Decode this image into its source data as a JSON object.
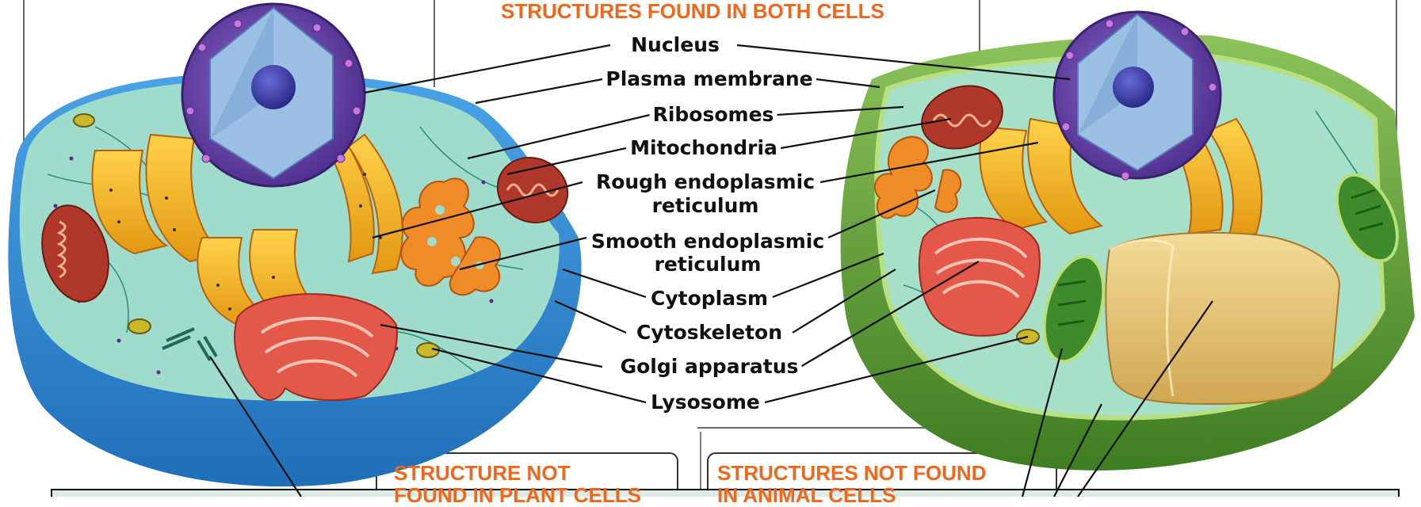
{
  "headings": {
    "both": "STRUCTURES FOUND IN BOTH CELLS",
    "not_plant_line1": "STRUCTURE NOT",
    "not_plant_line2": "FOUND IN PLANT CELLS",
    "not_animal_line1": "STRUCTURES NOT FOUND",
    "not_animal_line2": "IN ANIMAL CELLS"
  },
  "labels": {
    "nucleus": "Nucleus",
    "plasma_membrane": "Plasma membrane",
    "ribosomes": "Ribosomes",
    "mitochondria": "Mitochondria",
    "rough_er_line1": "Rough endoplasmic",
    "rough_er_line2": "reticulum",
    "smooth_er_line1": "Smooth endoplasmic",
    "smooth_er_line2": "reticulum",
    "cytoplasm": "Cytoplasm",
    "cytoskeleton": "Cytoskeleton",
    "golgi": "Golgi apparatus",
    "lysosome": "Lysosome"
  },
  "colors": {
    "heading": "#f0661a",
    "animal_membrane": "#2f86d2",
    "animal_cytoplasm": "#9fdccb",
    "plant_wall": "#5e9a2e",
    "plant_cytoplasm": "#a7e0c8",
    "nucleus": "#6c47a8",
    "er": "#e8a21e",
    "mitochondria": "#b0382a",
    "golgi": "#e4584a",
    "vacuole": "#e6c676",
    "chloroplast": "#3f8a2a"
  }
}
